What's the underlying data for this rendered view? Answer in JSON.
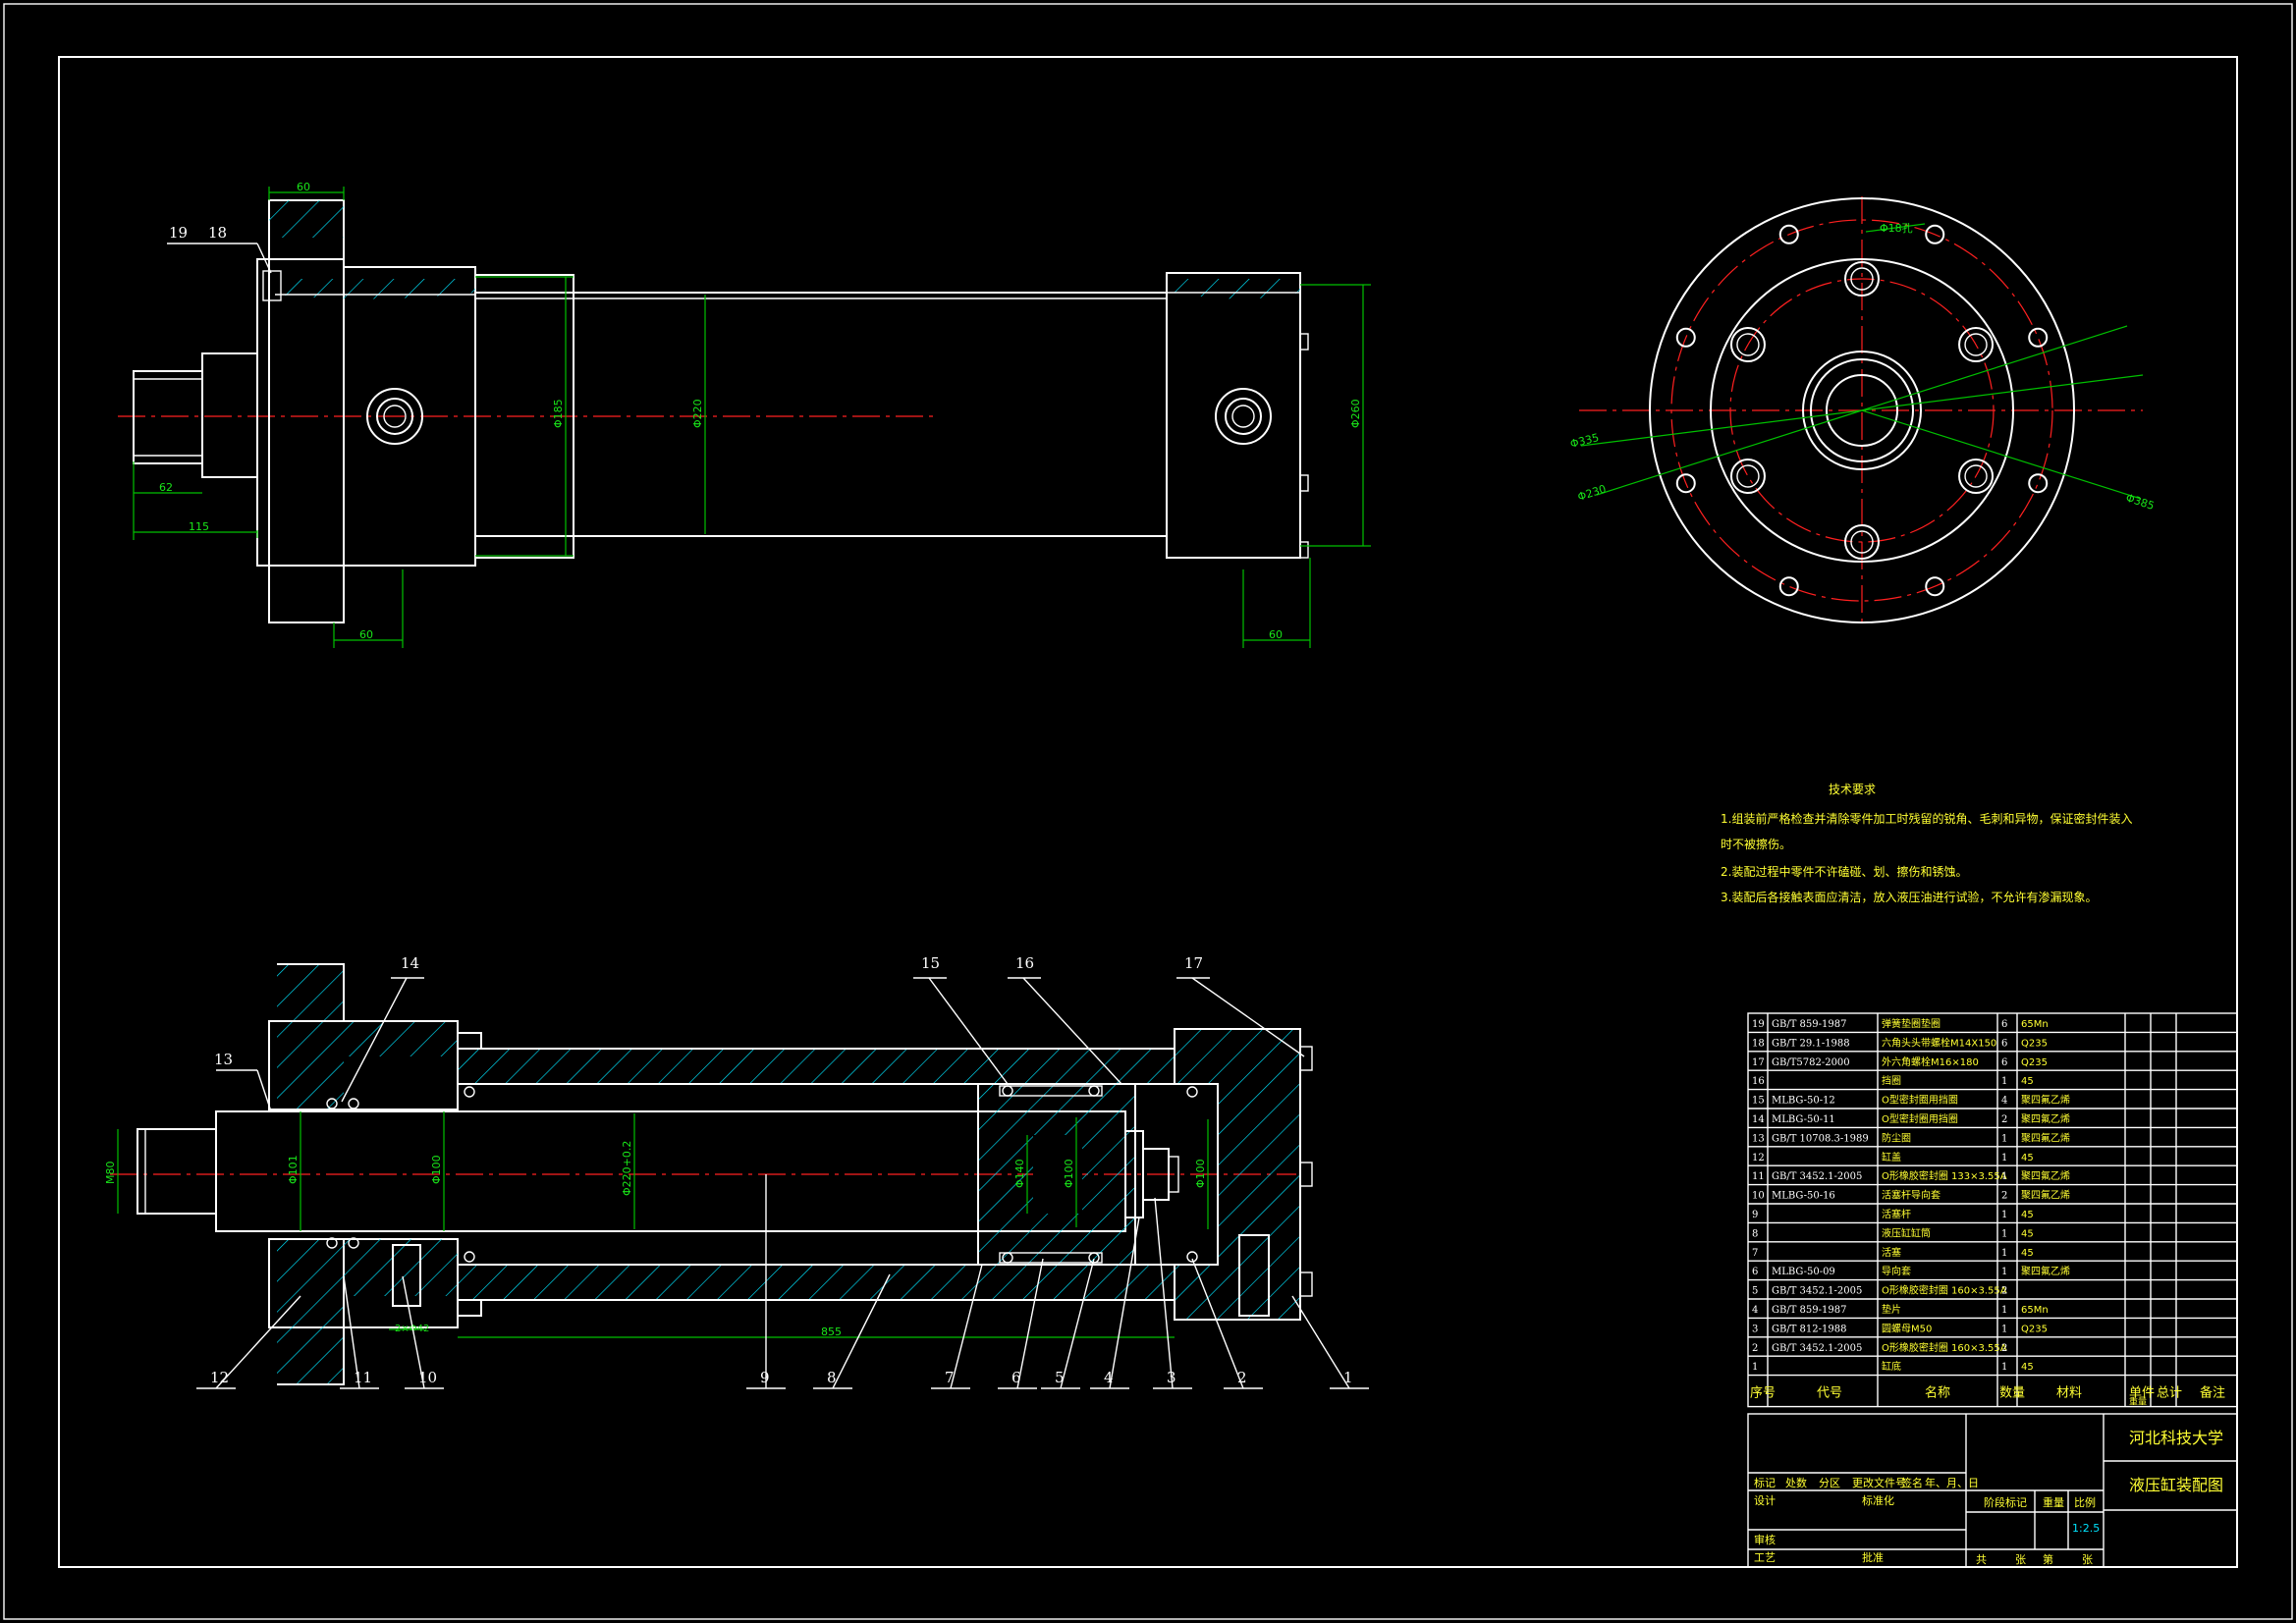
{
  "view_top": {
    "dimensions": {
      "d60_top": "60",
      "d62": "62",
      "d115": "115",
      "d60_bottom_left": "60",
      "d60_bottom_right": "60",
      "d185": "Φ185",
      "d220": "Φ220",
      "d260": "Φ260"
    },
    "balloons": [
      "19",
      "18"
    ]
  },
  "view_right": {
    "dimensions": {
      "d_top": "Φ18孔",
      "d_left1": "Φ335",
      "d_left2": "Φ230",
      "d_right": "Φ385"
    }
  },
  "view_section": {
    "dimensions": {
      "d_m": "M80",
      "d_rod": "Φ101",
      "d_inner1": "Φ100",
      "d_bore": "Φ220+0.2",
      "d_piston1": "Φ140",
      "d_piston2": "Φ100",
      "d_end": "Φ100",
      "d_len": "855",
      "d_port": "2×Φ42"
    },
    "balloons_top": [
      "14",
      "15",
      "16",
      "17"
    ],
    "balloons_left": [
      "13"
    ],
    "balloons_bottom": [
      "12",
      "11",
      "10",
      "9",
      "8",
      "7",
      "6",
      "5",
      "4",
      "3",
      "2",
      "1"
    ]
  },
  "notes": {
    "title": "技术要求",
    "lines": [
      "1.组装前严格检查并清除零件加工时残留的锐角、毛刺和异物，保证密封件装入",
      "时不被擦伤。",
      "2.装配过程中零件不许磕碰、划、擦伤和锈蚀。",
      "3.装配后各接触表面应清洁，放入液压油进行试验，不允许有渗漏现象。"
    ]
  },
  "bom": {
    "rows": [
      [
        "19",
        "GB/T 859-1987",
        "弹簧垫圈垫圈",
        "6",
        "65Mn",
        ""
      ],
      [
        "18",
        "GB/T 29.1-1988",
        "六角头头带螺栓M14X150",
        "6",
        "Q235",
        ""
      ],
      [
        "17",
        "GB/T5782-2000",
        "外六角螺栓M16×180",
        "6",
        "Q235",
        ""
      ],
      [
        "16",
        "",
        "挡圈",
        "1",
        "45",
        ""
      ],
      [
        "15",
        "MLBG-50-12",
        "O型密封圈用挡圈",
        "4",
        "聚四氟乙烯",
        ""
      ],
      [
        "14",
        "MLBG-50-11",
        "O型密封圈用挡圈",
        "2",
        "聚四氟乙烯",
        ""
      ],
      [
        "13",
        "GB/T 10708.3-1989",
        "防尘圈",
        "1",
        "聚四氟乙烯",
        ""
      ],
      [
        "12",
        "",
        "缸盖",
        "1",
        "45",
        ""
      ],
      [
        "11",
        "GB/T 3452.1-2005",
        "O形橡胶密封圈 133×3.55A",
        "1",
        "聚四氟乙烯",
        ""
      ],
      [
        "10",
        "MLBG-50-16",
        "活塞杆导向套",
        "2",
        "聚四氟乙烯",
        ""
      ],
      [
        "9",
        "",
        "活塞杆",
        "1",
        "45",
        ""
      ],
      [
        "8",
        "",
        "液压缸缸筒",
        "1",
        "45",
        ""
      ],
      [
        "7",
        "",
        "活塞",
        "1",
        "45",
        ""
      ],
      [
        "6",
        "MLBG-50-09",
        "导向套",
        "1",
        "聚四氟乙烯",
        ""
      ],
      [
        "5",
        "GB/T 3452.1-2005",
        "O形橡胶密封圈 160×3.55A",
        "2",
        "",
        ""
      ],
      [
        "4",
        "GB/T 859-1987",
        "垫片",
        "1",
        "65Mn",
        ""
      ],
      [
        "3",
        "GB/T 812-1988",
        "圆螺母M50",
        "1",
        "Q235",
        ""
      ],
      [
        "2",
        "GB/T 3452.1-2005",
        "O形橡胶密封圈 160×3.55A",
        "2",
        "",
        ""
      ],
      [
        "1",
        "",
        "缸底",
        "1",
        "45",
        ""
      ]
    ],
    "header": {
      "no": "序号",
      "code": "代号",
      "name": "名称",
      "qty": "数量",
      "material": "材料",
      "single": "单件",
      "total": "总计",
      "weight": "重量",
      "remark": "备注"
    }
  },
  "title_block": {
    "school": "河北科技大学",
    "drawing_title": "液压缸装配图",
    "row1": [
      "标记",
      "处数",
      "分区",
      "更改文件号",
      "签名",
      "年、月、日"
    ],
    "design": "设计",
    "std": "标准化",
    "stage": "阶段标记",
    "weight": "重量",
    "scale": "比例",
    "scale_value": "1:2.5",
    "check": "审核",
    "process": "工艺",
    "approve": "批准",
    "sheets": [
      "共",
      "张",
      "第",
      "张"
    ]
  }
}
